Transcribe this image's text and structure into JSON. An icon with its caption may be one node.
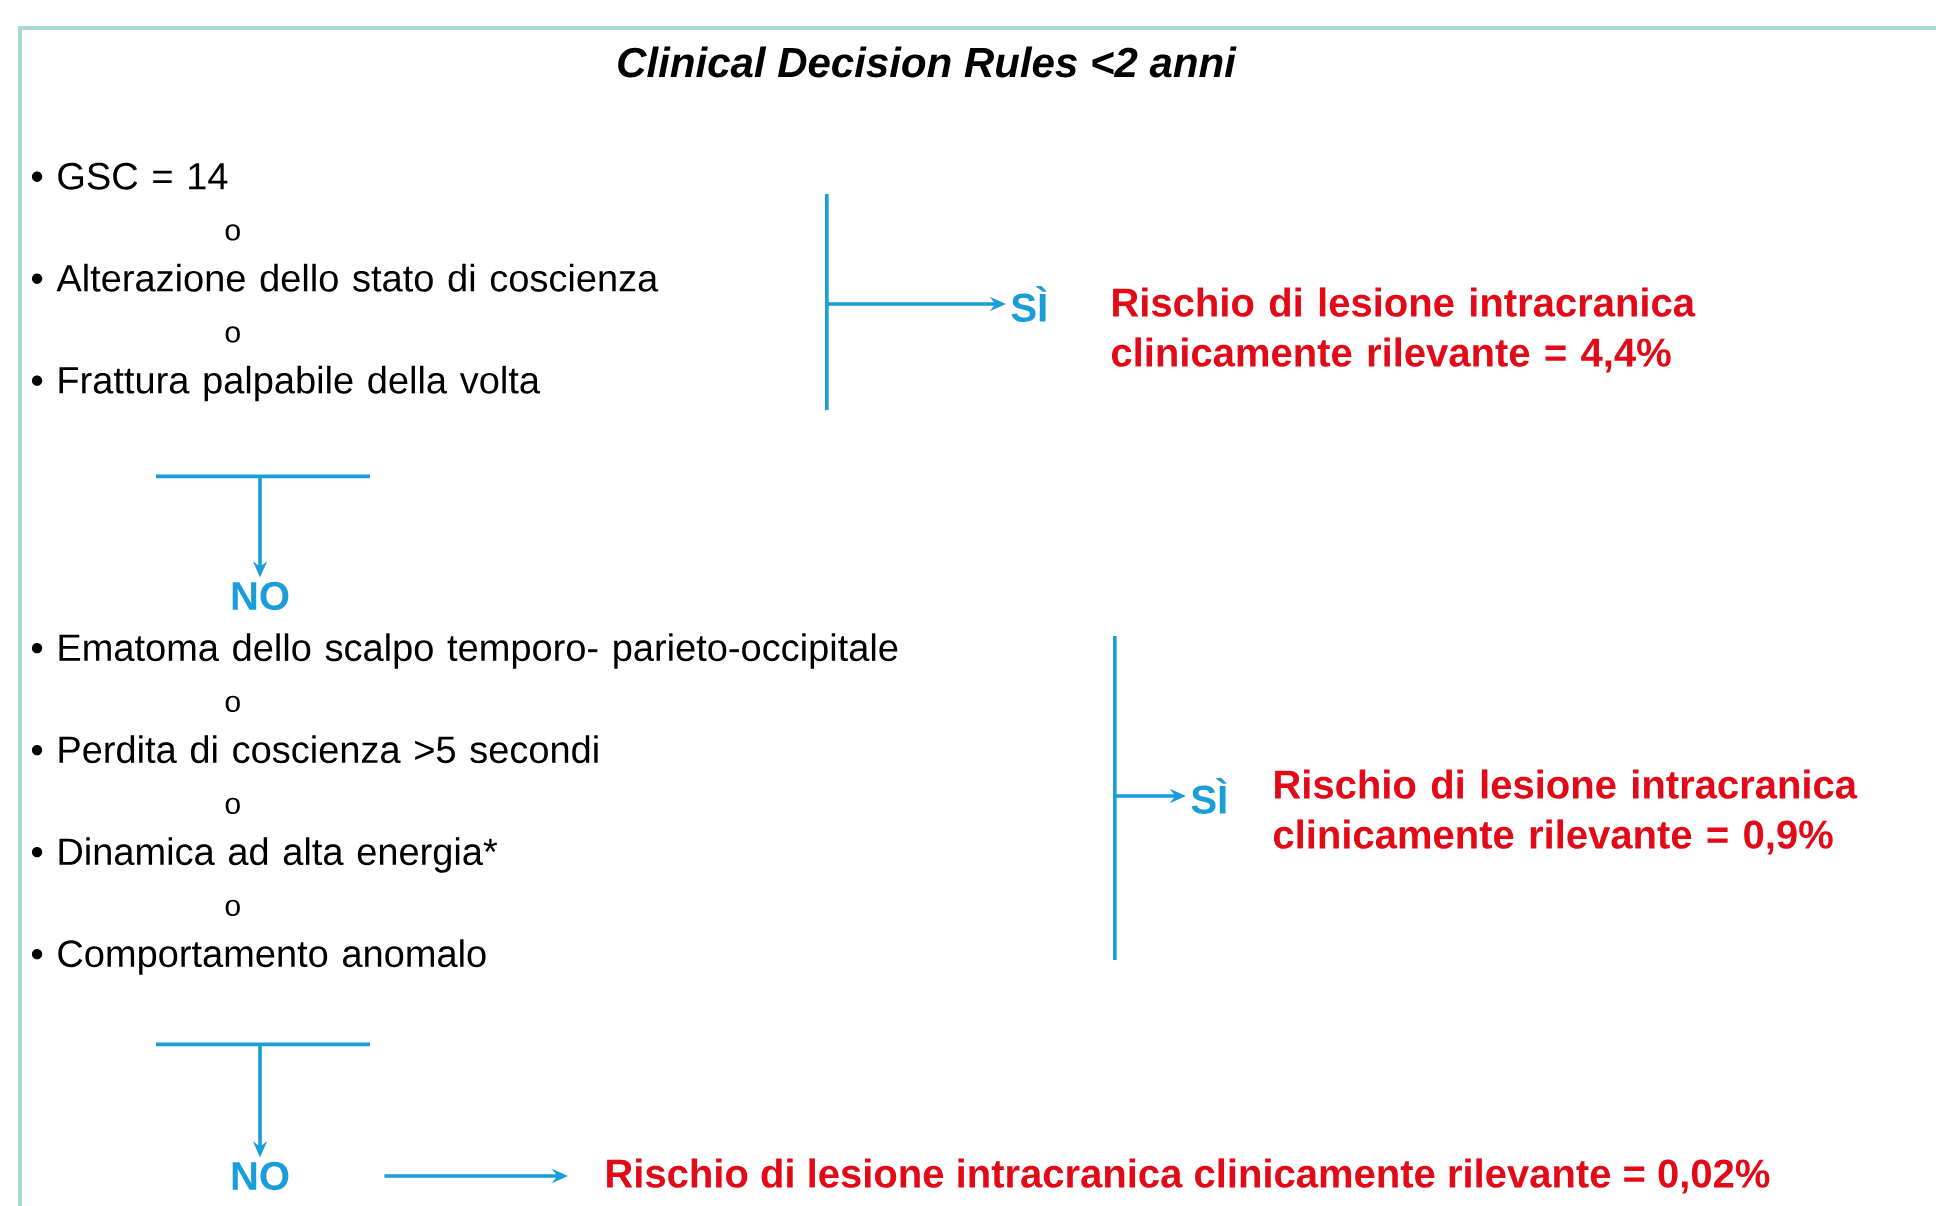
{
  "diagram": {
    "title": "Clinical Decision Rules <2 anni",
    "nodes": [
      {
        "text": [
          "• GSC = 14",
          "o",
          "• Alterazione dello stato di coscienza",
          "o",
          "• Frattura palpabile della volta"
        ]
      },
      {
        "text": [
          "SÌ"
        ],
        "beside": [
          "Rischio di lesione intracranica clinicamente rilevante = 4,4%"
        ]
      },
      {
        "text": [
          "NO"
        ]
      },
      {
        "text": [
          "• Ematoma dello scalpo temporo- parieto-occipitale",
          "o",
          "• Perdita di coscienza >5 secondi",
          "o",
          "• Dinamica ad alta energia*",
          "o",
          "• Comportamento anomalo"
        ]
      },
      {
        "text": [
          "SÌ"
        ],
        "beside": [
          "Rischio di lesione intracranica clinicamente rilevante = 0,9%"
        ]
      },
      {
        "text": [
          "NO"
        ]
      },
      {
        "text": [
          "Rischio di lesione intracranica clinicamente rilevante = 0,02%"
        ]
      }
    ],
    "edges": [
      {
        "from": 0,
        "to": 1,
        "arrow": "to"
      },
      {
        "from": 0,
        "to": 2,
        "arrow": "to"
      },
      {
        "from": 3,
        "to": 4,
        "arrow": "to"
      },
      {
        "from": 3,
        "to": 5,
        "arrow": "to"
      },
      {
        "from": 5,
        "to": 6,
        "arrow": "to"
      }
    ]
  }
}
